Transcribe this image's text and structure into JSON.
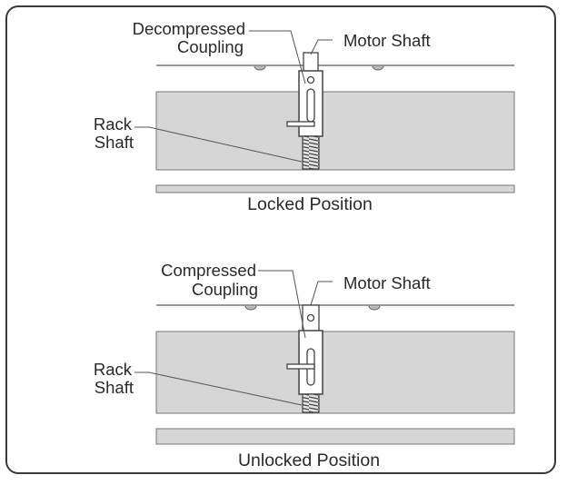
{
  "panels": {
    "locked": {
      "caption": "Locked Position",
      "coupling_label_line1": "Decompressed",
      "coupling_label_line2": "Coupling",
      "motor_shaft_label": "Motor Shaft",
      "rack_label_line1": "Rack",
      "rack_label_line2": "Shaft"
    },
    "unlocked": {
      "caption": "Unlocked Position",
      "coupling_label_line1": "Compressed",
      "coupling_label_line2": "Coupling",
      "motor_shaft_label": "Motor Shaft",
      "rack_label_line1": "Rack",
      "rack_label_line2": "Shaft"
    }
  },
  "colors": {
    "frame": "#3a3a3a",
    "housing_fill": "#d6d6d6",
    "lines": "#555555",
    "text": "#2a2a2a"
  }
}
